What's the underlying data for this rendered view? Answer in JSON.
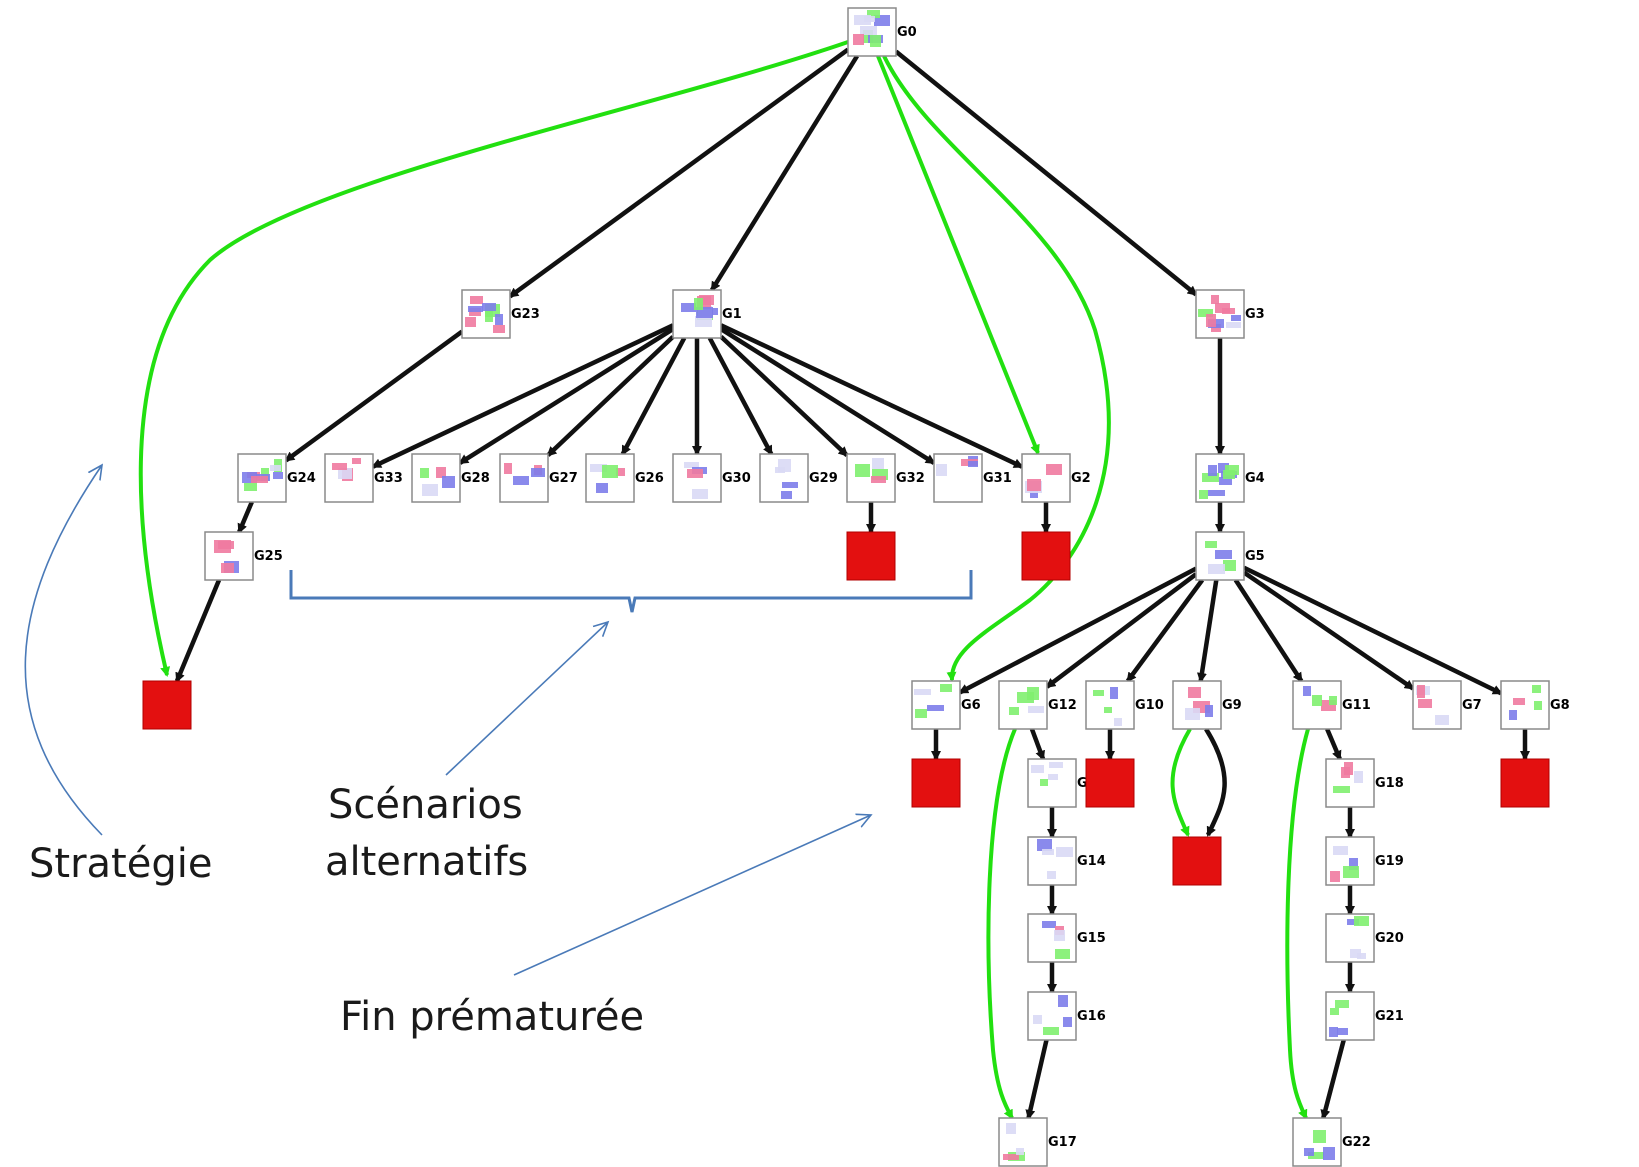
{
  "nodes": [
    {
      "id": "G0",
      "label": "G0"
    },
    {
      "id": "G23",
      "label": "G23"
    },
    {
      "id": "G1",
      "label": "G1"
    },
    {
      "id": "G3",
      "label": "G3"
    },
    {
      "id": "G24",
      "label": "G24"
    },
    {
      "id": "G33",
      "label": "G33"
    },
    {
      "id": "G28",
      "label": "G28"
    },
    {
      "id": "G27",
      "label": "G27"
    },
    {
      "id": "G26",
      "label": "G26"
    },
    {
      "id": "G30",
      "label": "G30"
    },
    {
      "id": "G29",
      "label": "G29"
    },
    {
      "id": "G32",
      "label": "G32"
    },
    {
      "id": "G31",
      "label": "G31"
    },
    {
      "id": "G2",
      "label": "G2"
    },
    {
      "id": "G4",
      "label": "G4"
    },
    {
      "id": "G25",
      "label": "G25"
    },
    {
      "id": "G5",
      "label": "G5"
    },
    {
      "id": "G6",
      "label": "G6"
    },
    {
      "id": "G12",
      "label": "G12"
    },
    {
      "id": "G10",
      "label": "G10"
    },
    {
      "id": "G9",
      "label": "G9"
    },
    {
      "id": "G11",
      "label": "G11"
    },
    {
      "id": "G7",
      "label": "G7"
    },
    {
      "id": "G8",
      "label": "G8"
    },
    {
      "id": "G13",
      "label": "G13"
    },
    {
      "id": "G18",
      "label": "G18"
    },
    {
      "id": "G14",
      "label": "G14"
    },
    {
      "id": "G19",
      "label": "G19"
    },
    {
      "id": "G15",
      "label": "G15"
    },
    {
      "id": "G20",
      "label": "G20"
    },
    {
      "id": "G16",
      "label": "G16"
    },
    {
      "id": "G21",
      "label": "G21"
    },
    {
      "id": "G17",
      "label": "G17"
    },
    {
      "id": "G22",
      "label": "G22"
    }
  ],
  "terminals": [
    "T-G25",
    "T-G32",
    "T-G2",
    "T-G6",
    "T-G10",
    "T-G9",
    "T-G8"
  ],
  "edges": [
    [
      "G0",
      "G23",
      "black"
    ],
    [
      "G0",
      "G1",
      "black"
    ],
    [
      "G0",
      "G3",
      "black"
    ],
    [
      "G0",
      "G2",
      "green"
    ],
    [
      "G0",
      "T-G25",
      "green"
    ],
    [
      "G0",
      "G6",
      "green"
    ],
    [
      "G23",
      "G24",
      "black"
    ],
    [
      "G24",
      "G25",
      "black"
    ],
    [
      "G25",
      "T-G25",
      "black"
    ],
    [
      "G1",
      "G33",
      "black"
    ],
    [
      "G1",
      "G28",
      "black"
    ],
    [
      "G1",
      "G27",
      "black"
    ],
    [
      "G1",
      "G26",
      "black"
    ],
    [
      "G1",
      "G30",
      "black"
    ],
    [
      "G1",
      "G29",
      "black"
    ],
    [
      "G1",
      "G32",
      "black"
    ],
    [
      "G1",
      "G31",
      "black"
    ],
    [
      "G1",
      "G2",
      "black"
    ],
    [
      "G32",
      "T-G32",
      "black"
    ],
    [
      "G2",
      "T-G2",
      "black"
    ],
    [
      "G3",
      "G4",
      "black"
    ],
    [
      "G4",
      "G5",
      "black"
    ],
    [
      "G5",
      "G6",
      "black"
    ],
    [
      "G5",
      "G12",
      "black"
    ],
    [
      "G5",
      "G10",
      "black"
    ],
    [
      "G5",
      "G9",
      "black"
    ],
    [
      "G5",
      "G11",
      "black"
    ],
    [
      "G5",
      "G7",
      "black"
    ],
    [
      "G5",
      "G8",
      "black"
    ],
    [
      "G6",
      "T-G6",
      "black"
    ],
    [
      "G10",
      "T-G10",
      "black"
    ],
    [
      "G9",
      "T-G9",
      "black"
    ],
    [
      "G9",
      "T-G9",
      "green"
    ],
    [
      "G8",
      "T-G8",
      "black"
    ],
    [
      "G12",
      "G13",
      "black"
    ],
    [
      "G13",
      "G14",
      "black"
    ],
    [
      "G14",
      "G15",
      "black"
    ],
    [
      "G15",
      "G16",
      "black"
    ],
    [
      "G16",
      "G17",
      "black"
    ],
    [
      "G12",
      "G17",
      "green"
    ],
    [
      "G11",
      "G18",
      "black"
    ],
    [
      "G18",
      "G19",
      "black"
    ],
    [
      "G19",
      "G20",
      "black"
    ],
    [
      "G20",
      "G21",
      "black"
    ],
    [
      "G21",
      "G22",
      "black"
    ],
    [
      "G11",
      "G22",
      "green"
    ]
  ],
  "annotations": {
    "strategy": "Stratégie",
    "alternatives_line1": "Scénarios",
    "alternatives_line2": "alternatifs",
    "premature_end": "Fin prématurée"
  },
  "colors": {
    "strategy_edge": "#22e010",
    "normal_edge": "#111111",
    "terminal": "#e31010",
    "annotation_arrow": "#4a7ab8",
    "brace": "#4a7ab8",
    "tile_blue": "#7d7dea",
    "tile_green": "#7fef6f",
    "tile_pink": "#f07aa0",
    "tile_lavender": "#d9d9f5"
  }
}
